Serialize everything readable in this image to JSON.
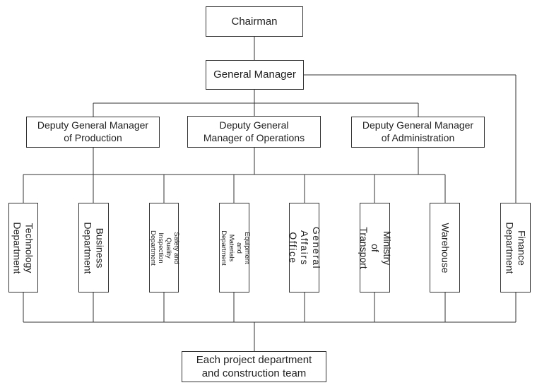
{
  "chart": {
    "chairman": "Chairman",
    "general_manager": "General Manager",
    "deputies": [
      "Deputy General Manager\nof Production",
      "Deputy General\nManager of Operations",
      "Deputy General Manager\nof Administration"
    ],
    "departments": [
      "Technology\nDepartment",
      "Business\nDepartment",
      "Safety and Quality\nInspection Department",
      "Equipment and\nMaterials Department",
      "General\nAffairs Office",
      "Ministry of\nTransport",
      "Warehouse",
      "Finance\nDepartment"
    ],
    "bottom": "Each project department\nand construction team"
  }
}
